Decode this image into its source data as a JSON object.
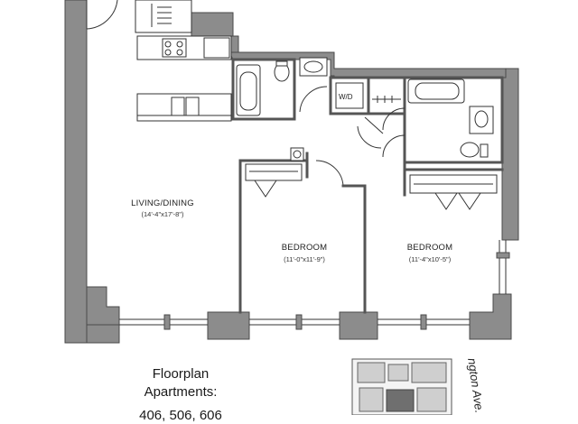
{
  "rooms": {
    "living": {
      "name": "LIVING/DINING",
      "dims": "(14'-4\"x17'-8\")"
    },
    "bedroom1": {
      "name": "BEDROOM",
      "dims": "(11'-0\"x11'-9\")"
    },
    "bedroom2": {
      "name": "BEDROOM",
      "dims": "(11'-4\"x10'-5\")"
    },
    "laundry": {
      "name": "W/D"
    }
  },
  "caption": {
    "line1": "Floorplan",
    "line2": "Apartments:",
    "line3": "406, 506, 606"
  },
  "key_plan": {
    "street": "ngton Ave."
  },
  "colors": {
    "wall": "#8c8c8c",
    "wall_outline": "#4a4a4a",
    "line": "#333333",
    "background": "#ffffff"
  }
}
